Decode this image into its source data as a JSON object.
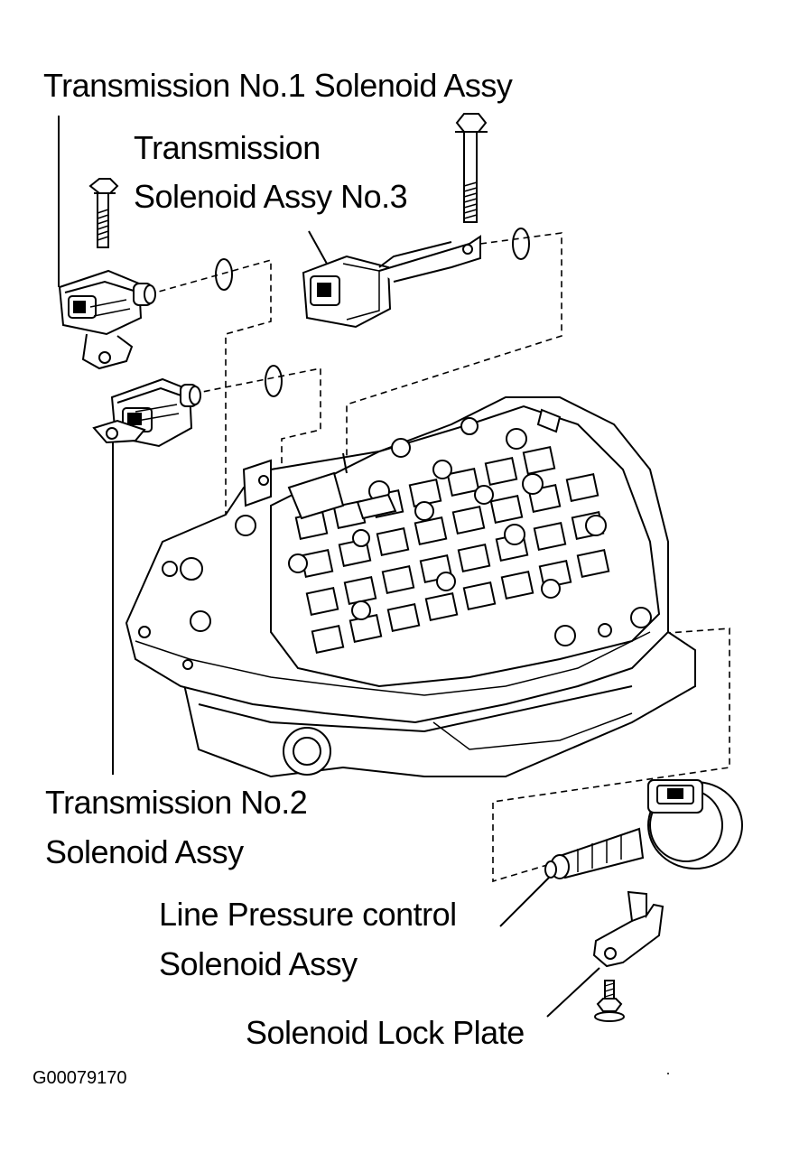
{
  "labels": {
    "no1": "Transmission No.1 Solenoid Assy",
    "no3_line1": "Transmission",
    "no3_line2": "Solenoid Assy No.3",
    "no2_line1": "Transmission No.2",
    "no2_line2": "Solenoid Assy",
    "lp_line1": "Line Pressure control",
    "lp_line2": "Solenoid Assy",
    "lock_plate": "Solenoid Lock Plate"
  },
  "figure_code": "G00079170",
  "colors": {
    "ink": "#000000",
    "paper": "#ffffff",
    "shade": "#9a9a9a"
  }
}
